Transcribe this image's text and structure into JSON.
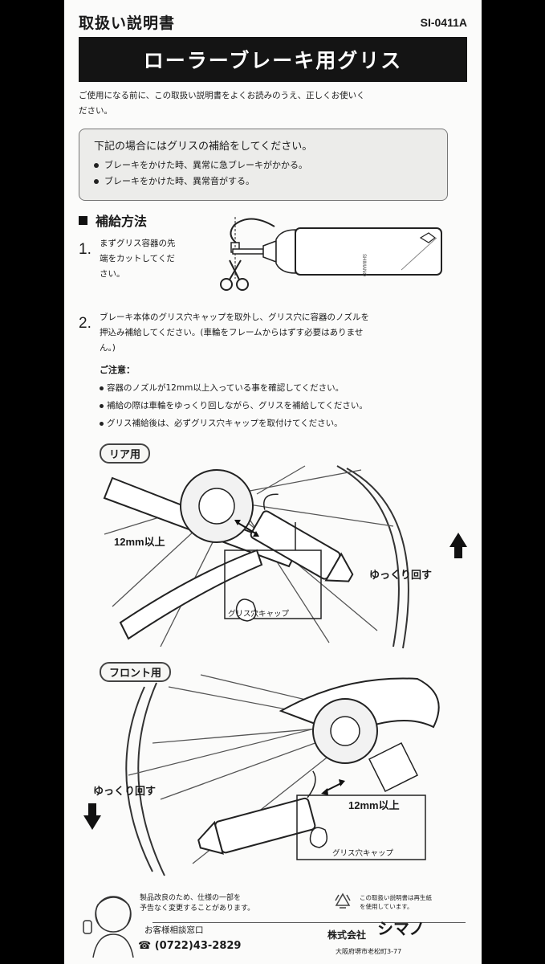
{
  "header": {
    "doc_type": "取扱い説明書",
    "doc_code": "SI-0411A",
    "title": "ローラーブレーキ用グリス"
  },
  "intro": {
    "line1": "ご使用になる前に、この取扱い説明書をよくお読みのうえ、正しくお使いく",
    "line2": "ださい。"
  },
  "notice": {
    "heading": "下記の場合にはグリスの補給をしてください。",
    "items": [
      "ブレーキをかけた時、異常に急ブレーキがかかる。",
      "ブレーキをかけた時、異常音がする。"
    ]
  },
  "section": {
    "heading": "補給方法"
  },
  "step1": {
    "number": "1.",
    "lines": [
      "まずグリス容器の先",
      "端をカットしてくだ",
      "さい。"
    ]
  },
  "step2": {
    "number": "2.",
    "lines": [
      "ブレーキ本体のグリス穴キャップを取外し、グリス穴に容器のノズルを",
      "押込み補給してください。(車輪をフレームからはずす必要はありませ",
      "ん。)"
    ]
  },
  "caution": {
    "heading": "ご注意：",
    "items": [
      "容器のノズルが12mm以上入っている事を確認してください。",
      "補給の際は車輪をゆっくり回しながら、グリスを補給してください。",
      "グリス補給後は、必ずグリス穴キャップを取付けてください。"
    ]
  },
  "rear": {
    "tag": "リア用",
    "depth_label": "12mm以上",
    "rotate_label": "ゆっくり回す",
    "cap_label": "グリス穴キャップ"
  },
  "front": {
    "tag": "フロント用",
    "depth_label": "12mm以上",
    "rotate_label": "ゆっくり回す",
    "cap_label": "グリス穴キャップ"
  },
  "footer": {
    "notice_lines": [
      "製品改良のため、仕様の一部を",
      "予告なく変更することがあります。"
    ],
    "recycle_lines": [
      "この取扱い説明書は再生紙",
      "を使用しています。"
    ],
    "support_label": "お客様相談窓口",
    "phone": "(0722)43-2829",
    "company": "株式会社",
    "brand": "シマノ",
    "address": "大阪府堺市老松町3-77"
  }
}
